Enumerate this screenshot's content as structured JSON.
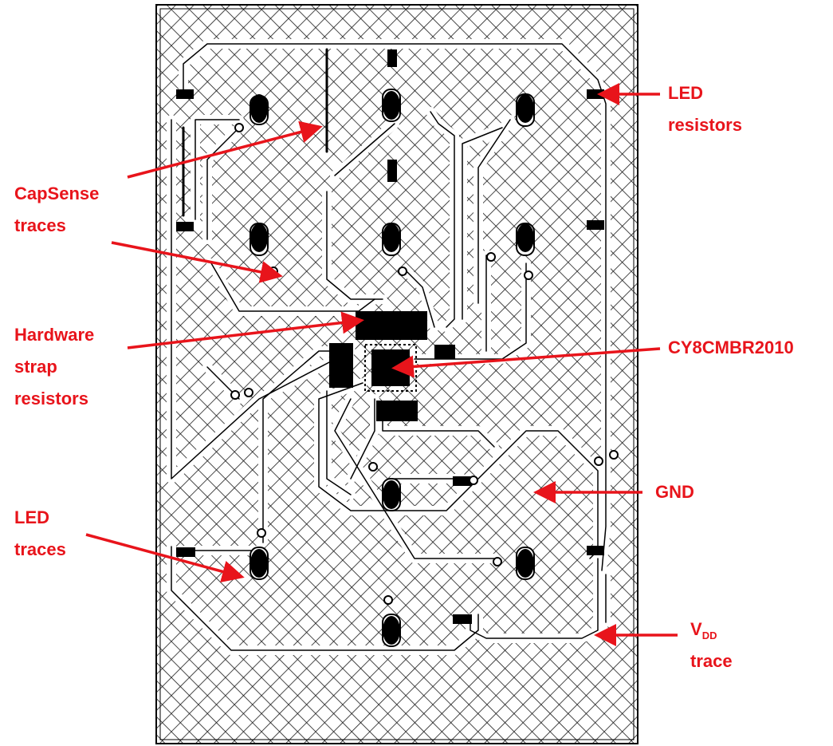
{
  "diagram": {
    "labels": {
      "led_resistors": [
        "LED",
        "resistors"
      ],
      "capsense_traces": [
        "CapSense",
        "traces"
      ],
      "hardware_strap_resistors": [
        "Hardware",
        "strap",
        "resistors"
      ],
      "controller": "CY8CMBR2010",
      "gnd": "GND",
      "led_traces": [
        "LED",
        "traces"
      ],
      "vdd_trace": {
        "main": "V",
        "subscript": "DD",
        "line2": "trace"
      }
    },
    "colors": {
      "annotation": "#e8141b",
      "copper_hatch": "#000000",
      "board_bg": "#ffffff"
    }
  }
}
